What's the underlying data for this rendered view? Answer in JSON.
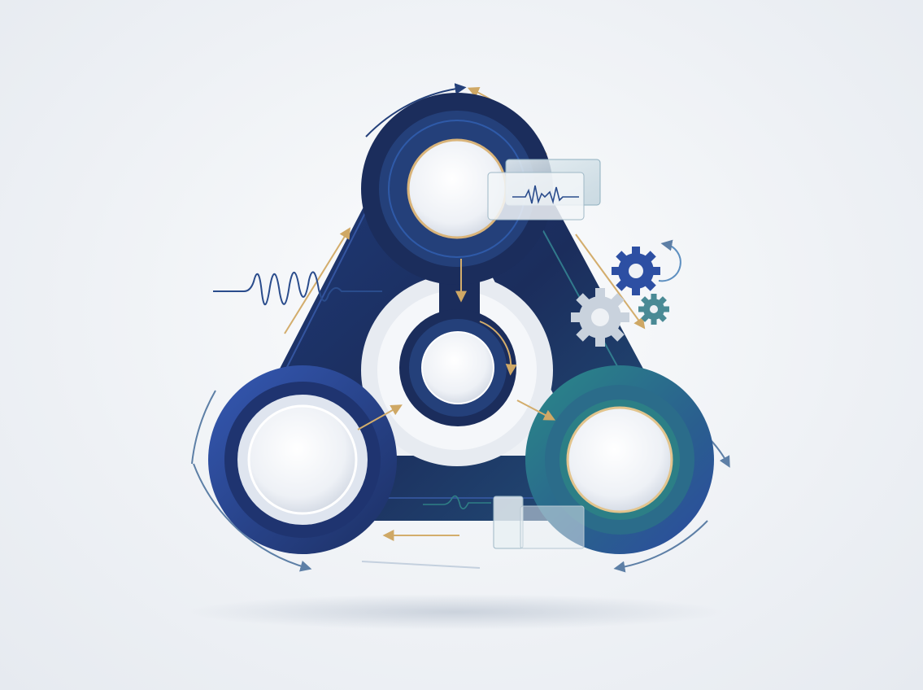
{
  "diagram": {
    "kind": "cycle-triangle",
    "nodes": [
      {
        "id": "top",
        "label": "",
        "ring_color": "#1a2f5f",
        "accent": "#d9b47a"
      },
      {
        "id": "center",
        "label": "",
        "ring_color": "#1a2f5f",
        "accent": "#d9b47a"
      },
      {
        "id": "left",
        "label": "",
        "ring_color": "#2a4c9a",
        "accent": "#ffffff"
      },
      {
        "id": "right",
        "label": "",
        "ring_color": "#2e7a82",
        "accent": "#e2c48d"
      }
    ],
    "icons": [
      "gear-icon",
      "gear-icon",
      "gear-icon",
      "waveform-icon",
      "refresh-arrow-icon"
    ],
    "colors": {
      "navy": "#1b2d5c",
      "blue": "#2d4fa3",
      "teal": "#2f7f86",
      "gold": "#d3ad6c",
      "steel": "#6a86a6",
      "background": "#eef1f5"
    }
  }
}
